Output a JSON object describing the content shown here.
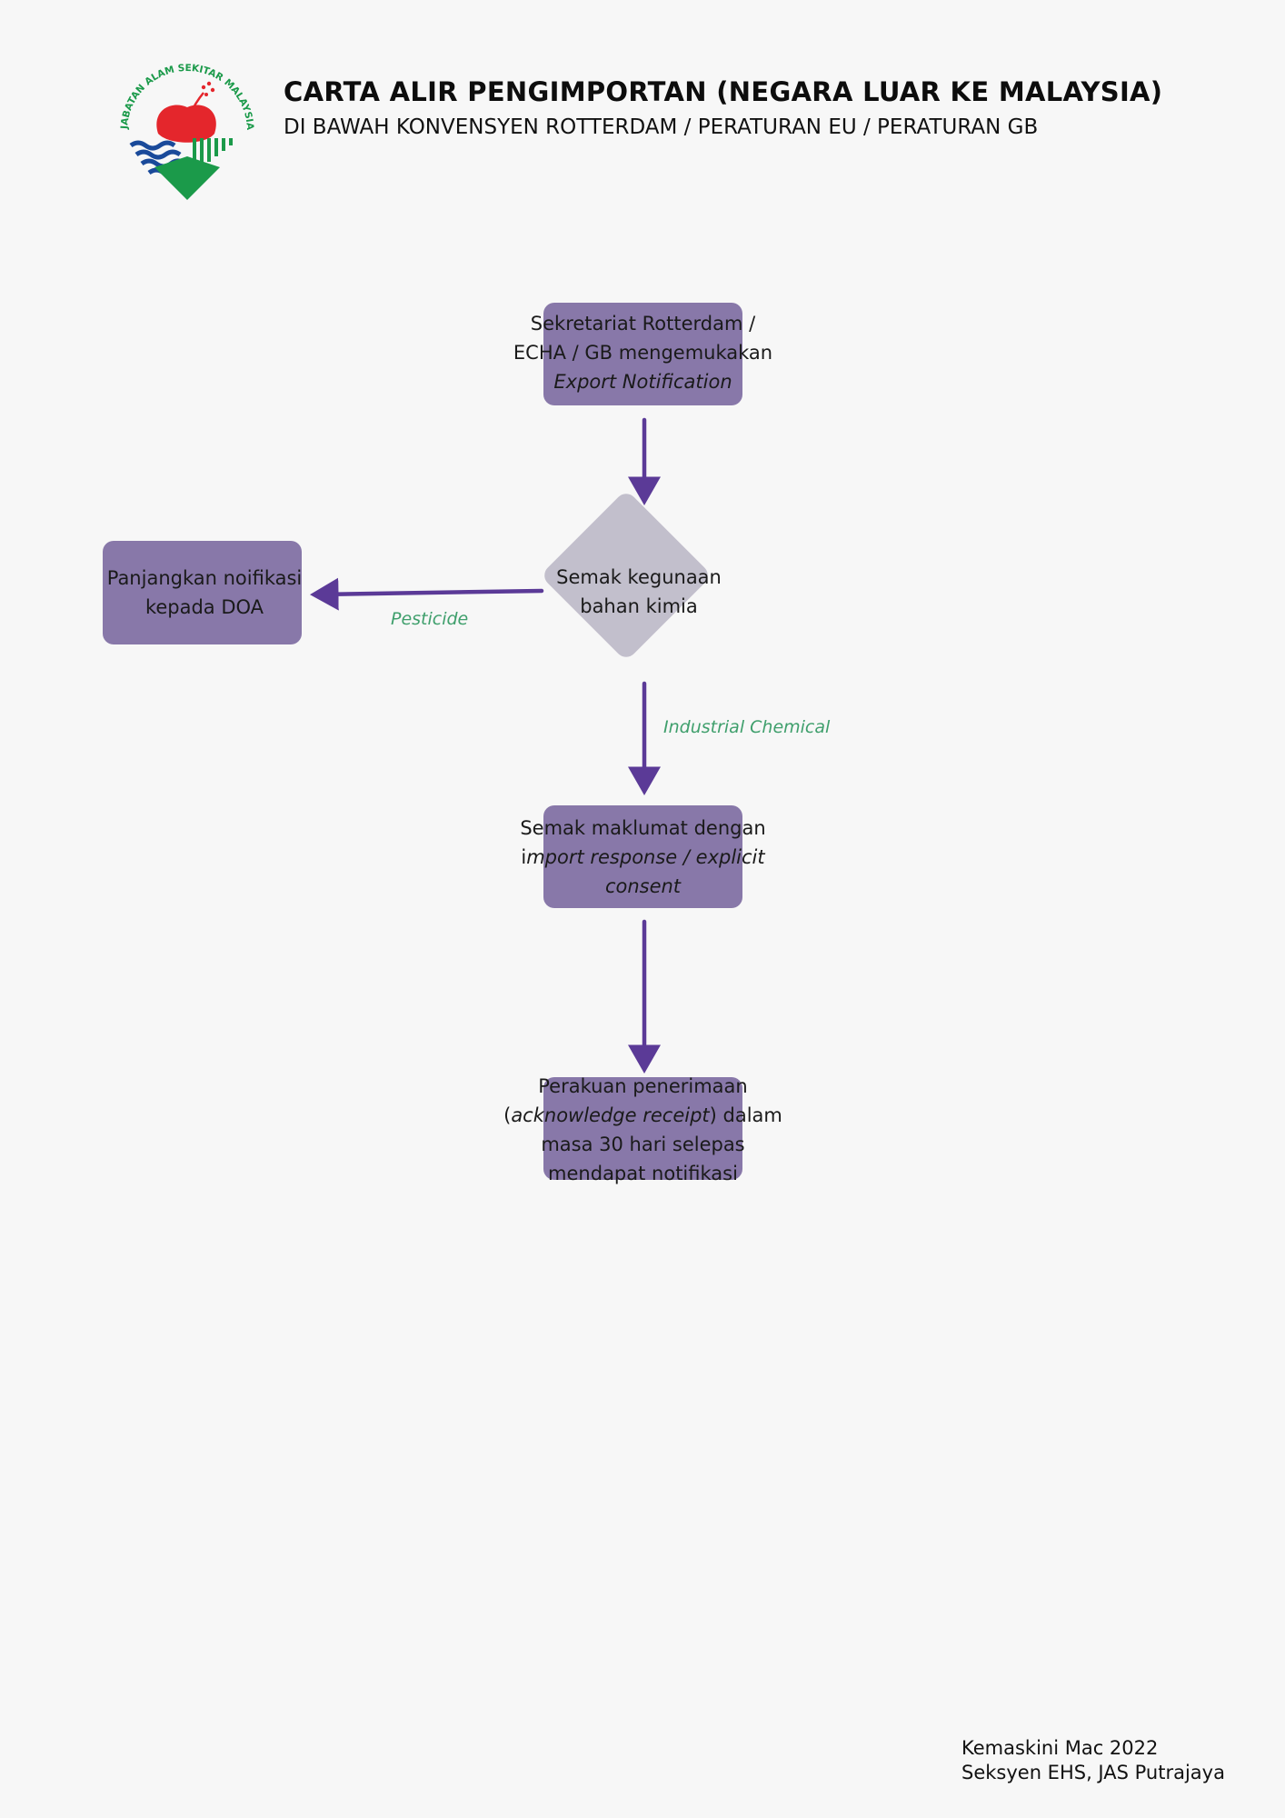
{
  "header": {
    "title": "CARTA ALIR PENGIMPORTAN (NEGARA LUAR KE MALAYSIA)",
    "subtitle": "DI BAWAH KONVENSYEN ROTTERDAM / PERATURAN EU / PERATURAN GB",
    "logo_text": "JABATAN ALAM SEKITAR MALAYSIA"
  },
  "flow": {
    "node1": {
      "line1": "Sekretariat Rotterdam /",
      "line2": "ECHA / GB mengemukakan",
      "line3": "Export Notification"
    },
    "decision": {
      "line1": "Semak kegunaan",
      "line2": "bahan kimia"
    },
    "node_left": {
      "line1": "Panjangkan noifikasi",
      "line2": "kepada DOA"
    },
    "node3": {
      "line1": "Semak maklumat dengan",
      "line2a": "i",
      "line2b": "mport response / explicit",
      "line3": "consent"
    },
    "node4": {
      "line1": "Perakuan penerimaan",
      "line2a": "(",
      "line2b": "acknowledge receipt",
      "line2c": ") dalam",
      "line3": "masa 30 hari selepas",
      "line4": "mendapat notifikasi"
    },
    "edge_pesticide": "Pesticide",
    "edge_industrial": "Industrial Chemical"
  },
  "footer": {
    "line1": "Kemaskini Mac 2022",
    "line2": "Seksyen EHS, JAS Putrajaya"
  },
  "colors": {
    "box": "#8878a9",
    "diamond": "#c2bfcc",
    "arrow": "#5b3a97",
    "edge_label": "#3f9f6c"
  }
}
